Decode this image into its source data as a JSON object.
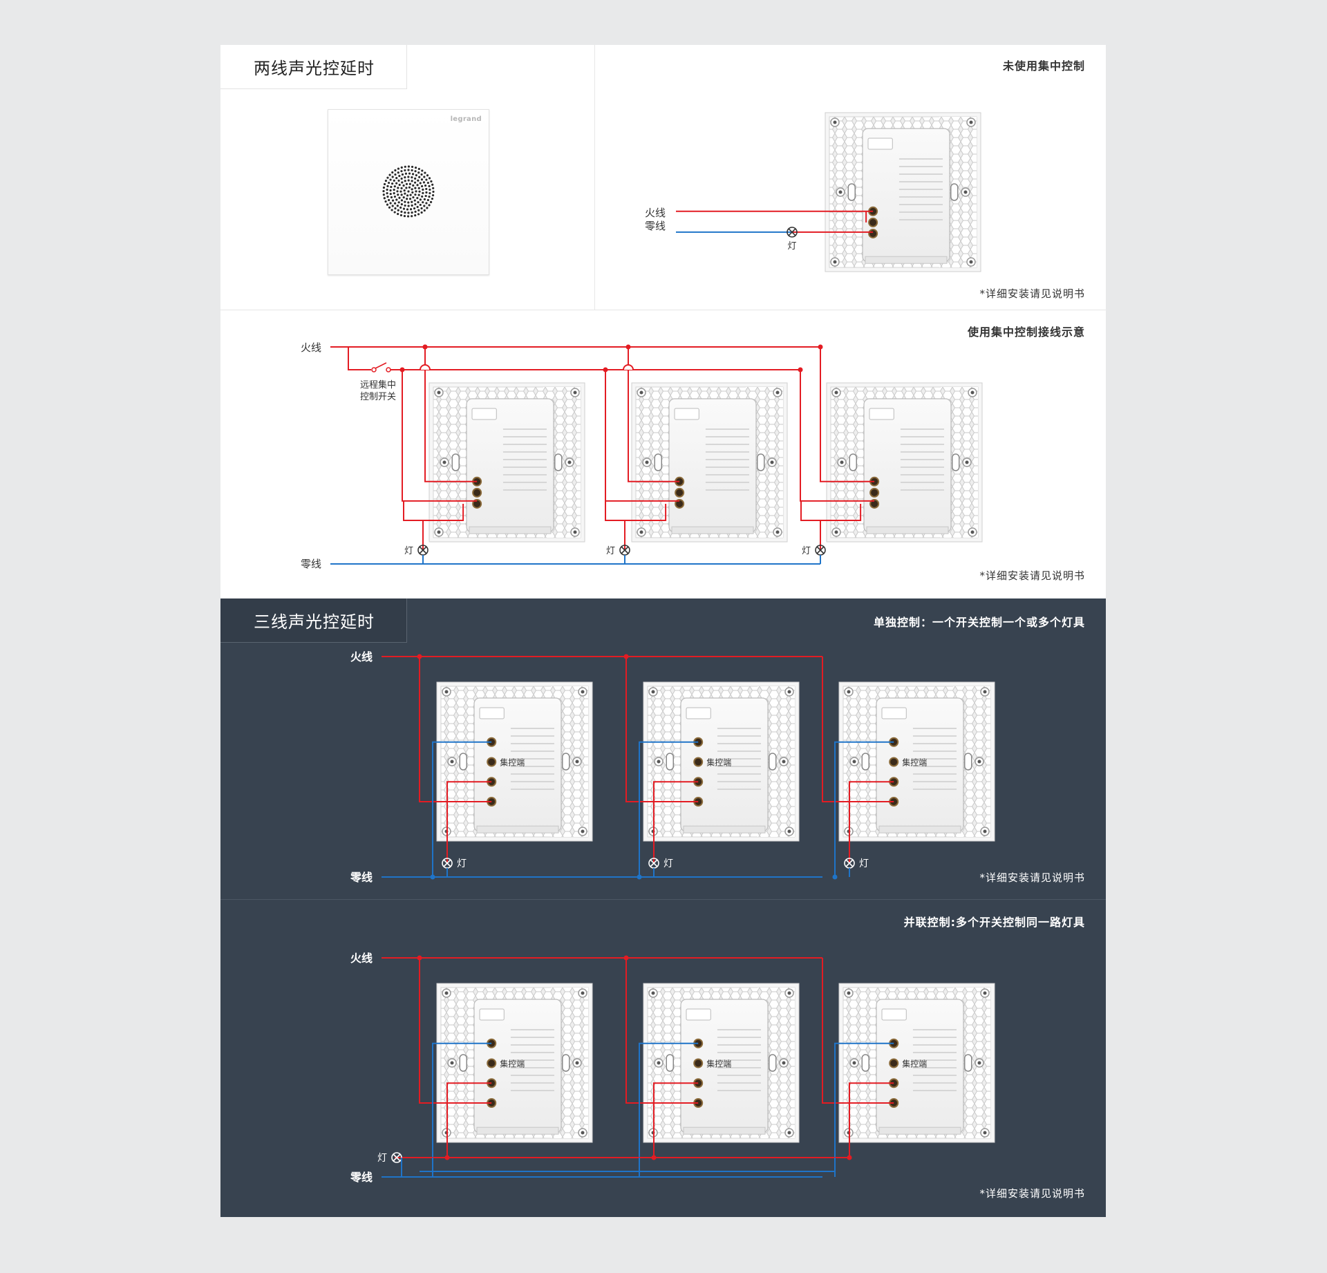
{
  "two_wire": {
    "tab_title": "两线声光控延时",
    "product_logo": "legrand",
    "panel_a": {
      "title": "未使用集中控制",
      "live_label": "火线",
      "neutral_label": "零线",
      "lamp_label": "灯",
      "note": "*详细安装请见说明书"
    },
    "panel_b": {
      "title": "使用集中控制接线示意",
      "live_label": "火线",
      "neutral_label": "零线",
      "remote_switch_label": [
        "远程集中",
        "控制开关"
      ],
      "lamp_label": "灯",
      "note": "*详细安装请见说明书"
    }
  },
  "three_wire": {
    "tab_title": "三线声光控延时",
    "panel_a": {
      "title": "单独控制：一个开关控制一个或多个灯具",
      "live_label": "火线",
      "neutral_label": "零线",
      "lamp_label": "灯",
      "terminal_label": "集控端",
      "note": "*详细安装请见说明书"
    },
    "panel_b": {
      "title": "并联控制:多个开关控制同一路灯具",
      "live_label": "火线",
      "neutral_label": "零线",
      "lamp_label": "灯",
      "terminal_label": "集控端",
      "note": "*详细安装请见说明书"
    }
  },
  "colors": {
    "live": "#e31c23",
    "neutral": "#1f74c8",
    "dark_bg": "#384350",
    "page_bg": "#e8e9ea"
  }
}
